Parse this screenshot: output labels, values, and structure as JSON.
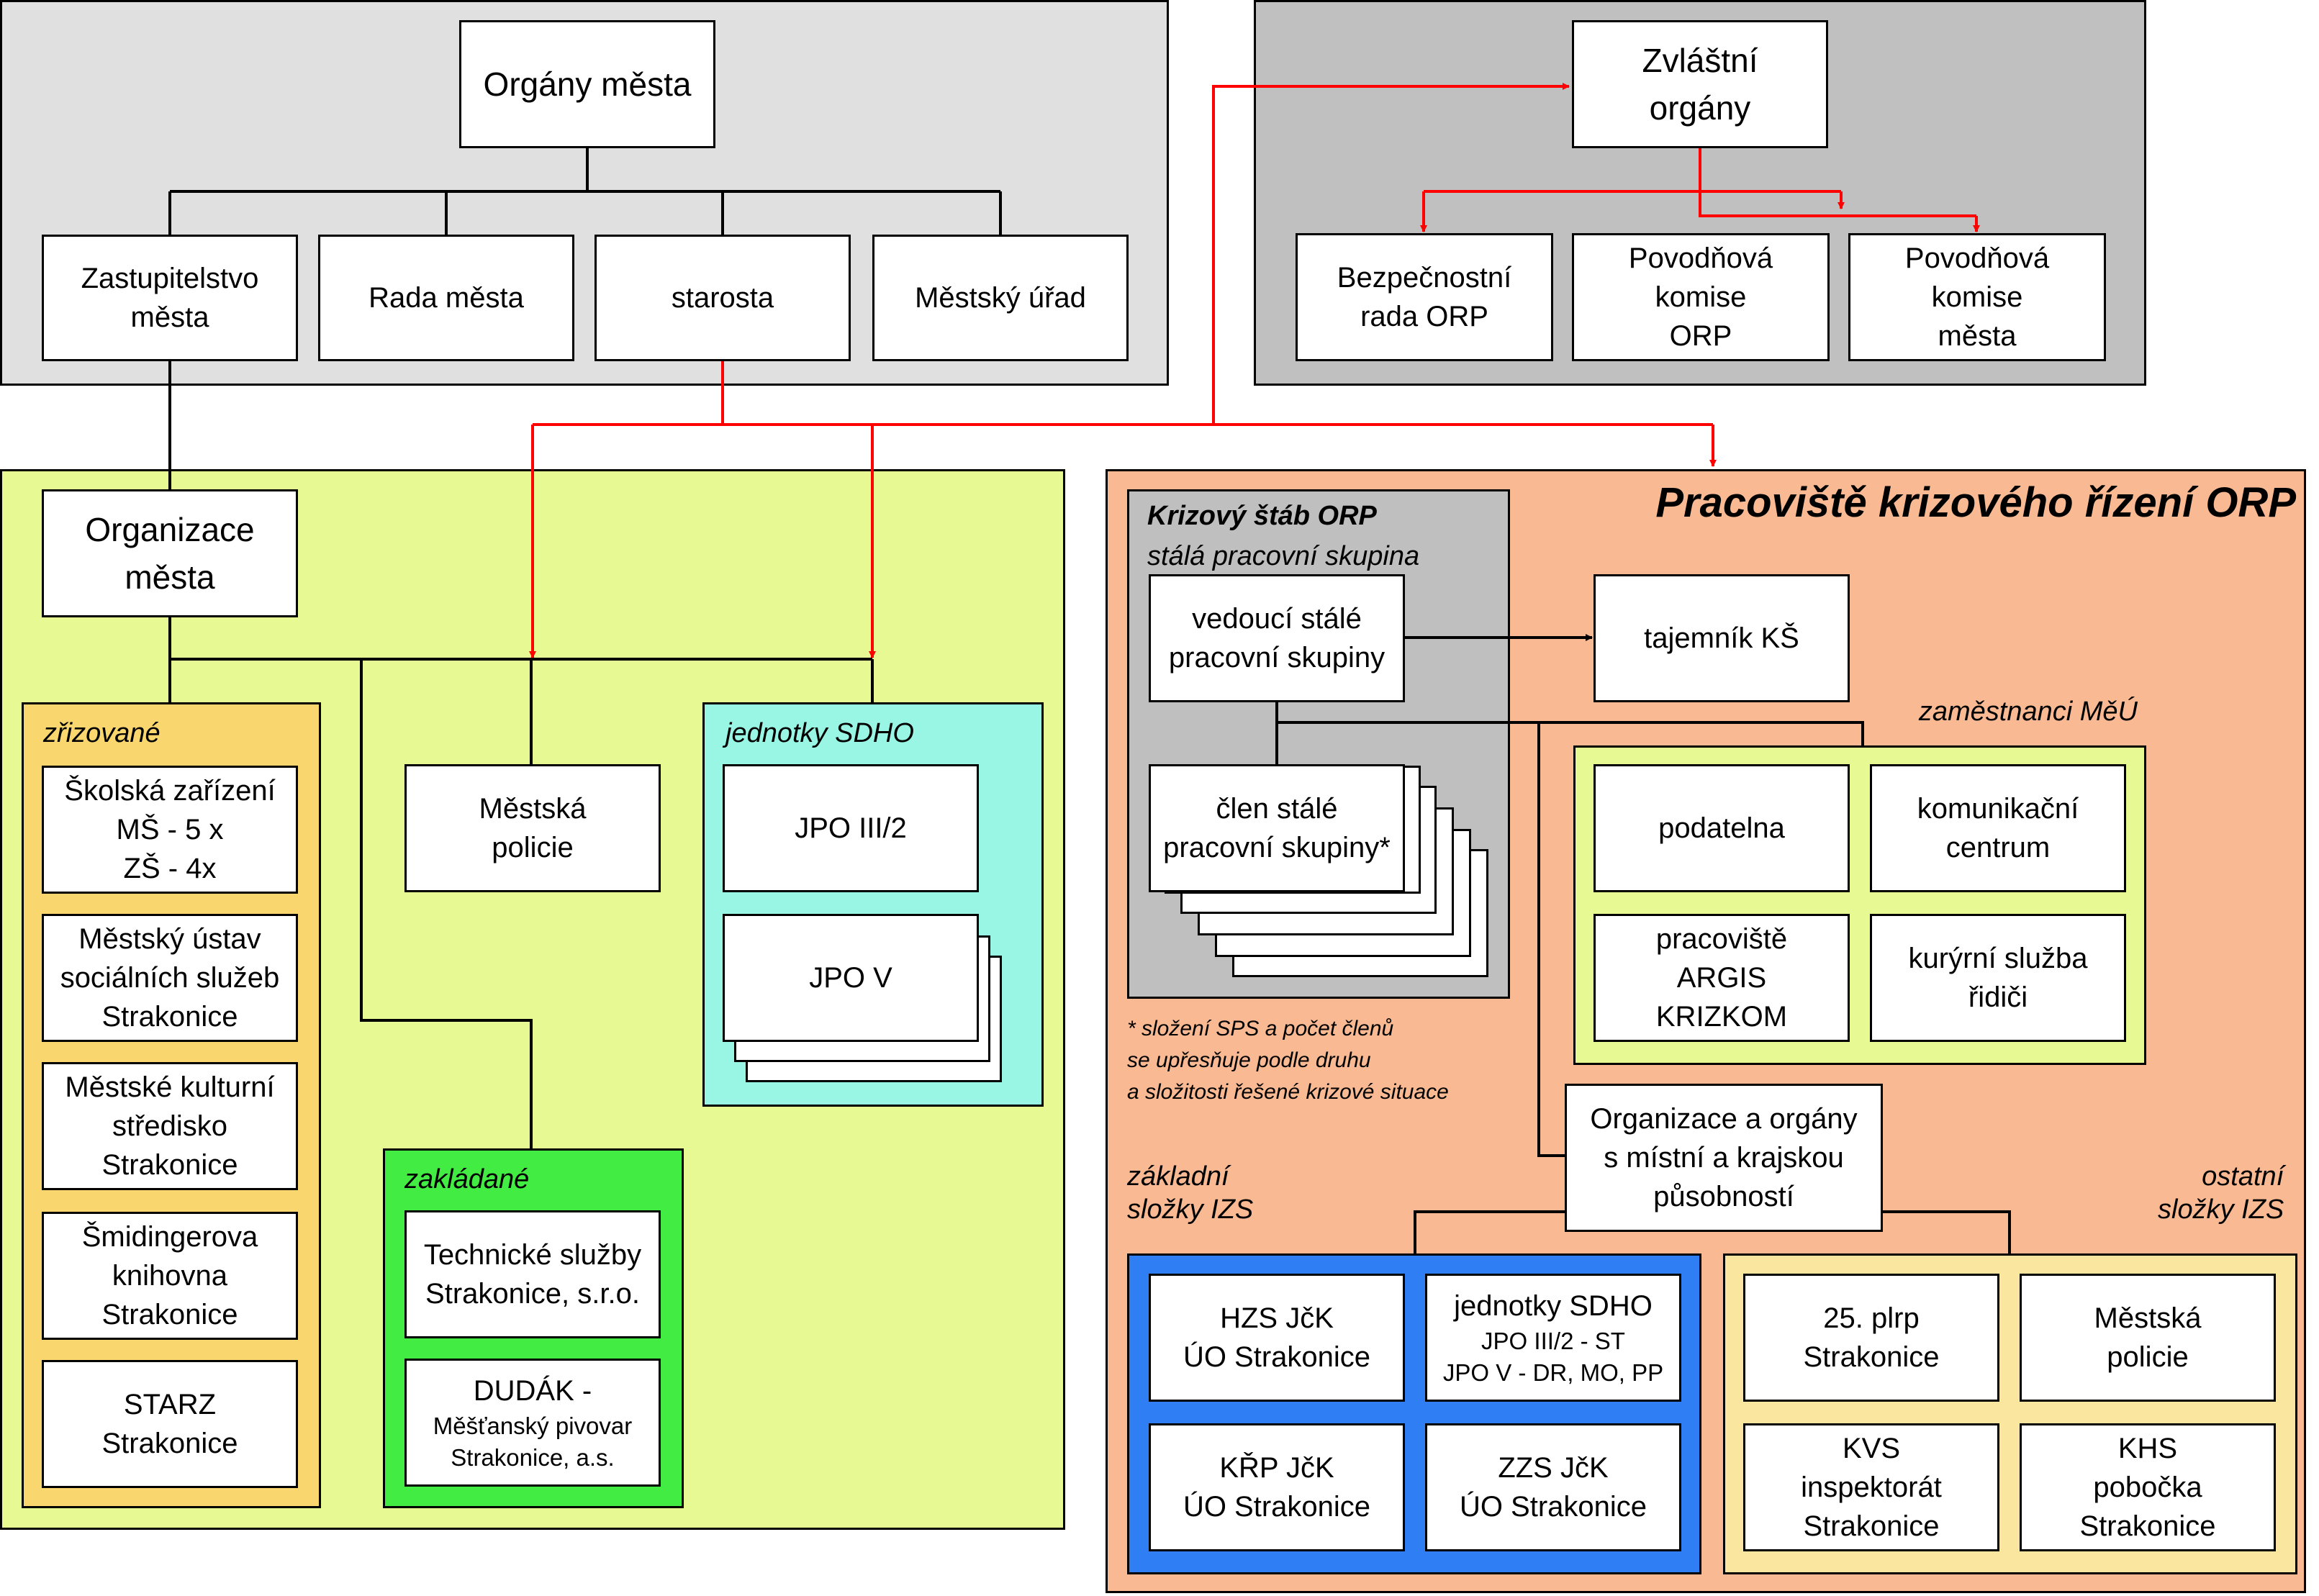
{
  "colors": {
    "city_bg": "#e0e0e0",
    "special_bg": "#c0c0c0",
    "org_bg": "#e6f993",
    "crisis_bg": "#f9b992",
    "zrizovane_bg": "#fad66e",
    "zakladane_bg": "#43ec43",
    "sdho_bg": "#9af6e4",
    "stab_bg": "#bfbfbf",
    "employees_bg": "#e6f993",
    "izs_basic_bg": "#2f7ef4",
    "izs_other_bg": "#fbe6a0",
    "red_arrow": "#ff0000",
    "line": "#000000"
  },
  "city_organs": {
    "title": "Orgány města",
    "boxes": [
      "Zastupitelstvo\nměsta",
      "Rada města",
      "starosta",
      "Městský úřad"
    ]
  },
  "special_organs": {
    "title": "Zvláštní\norgány",
    "boxes": [
      "Bezpečnostní\nrada ORP",
      "Povodňová\nkomise\nORP",
      "Povodňová\nkomise\nměsta"
    ]
  },
  "city_org": {
    "title": "Organizace\nměsta",
    "zrizovane": {
      "label": "zřizované",
      "boxes": [
        "Školská zařízení\nMŠ - 5 x\nZŠ - 4x",
        "Městský ústav\nsociálních služeb\nStrakonice",
        "Městské kulturní\nstředisko\nStrakonice",
        "Šmidingerova\nknihovna\nStrakonice",
        "STARZ\nStrakonice"
      ]
    },
    "police": "Městská\npolicie",
    "zakladane": {
      "label": "zakládané",
      "boxes": [
        "Technické služby\nStrakonice, s.r.o.",
        "DUDÁK -",
        "Měšťanský pivovar\nStrakonice, a.s."
      ]
    },
    "sdho": {
      "label": "jednotky SDHO",
      "boxes": [
        "JPO III/2",
        "JPO V"
      ]
    }
  },
  "crisis": {
    "title": "Pracoviště krizového řízení ORP",
    "stab": {
      "title": "Krizový štáb ORP",
      "subtitle": "stálá pracovní skupina",
      "leader": "vedoucí stálé\npracovní skupiny",
      "member": "člen stálé\npracovní skupiny*"
    },
    "secretary": "tajemník KŠ",
    "footnote": "* složení SPS a počet členů\nse upřesňuje podle druhu\na složitosti řešené krizové situace",
    "employees": {
      "label": "zaměstnanci MěÚ",
      "boxes": [
        "podatelna",
        "komunikační\ncentrum",
        "pracoviště\nARGIS\nKRIZKOM",
        "kurýrní služba\nřidiči"
      ]
    },
    "local_orgs": "Organizace a orgány\ns místní a krajskou\npůsobností",
    "izs_basic": {
      "label": "základní\nsložky IZS",
      "boxes": [
        "HZS JčK\nÚO Strakonice",
        "jednotky SDHO",
        "JPO III/2 - ST\nJPO V - DR, MO, PP",
        "KŘP JčK\nÚO Strakonice",
        "ZZS JčK\nÚO Strakonice"
      ]
    },
    "izs_other": {
      "label": "ostatní\nsložky IZS",
      "boxes": [
        "25. plrp\nStrakonice",
        "Městská\npolicie",
        "KVS\ninspektorát\nStrakonice",
        "KHS\npobočka\nStrakonice"
      ]
    }
  }
}
